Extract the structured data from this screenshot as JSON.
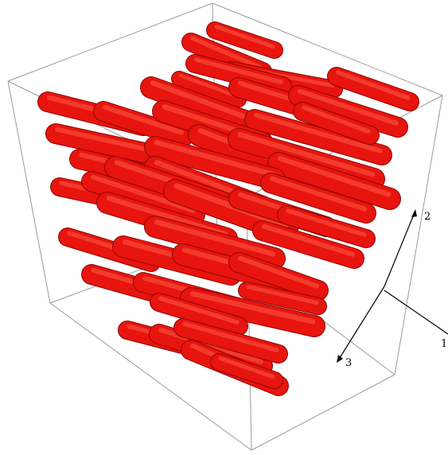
{
  "figure": {
    "background": "#ffffff",
    "box_edge_color": "#9a9a9a",
    "rod_color": "#e8140e",
    "rod_shadow_color": "#8c0606",
    "rod_highlight_color": "#ff6a55"
  },
  "axes": [
    {
      "id": "axis-1",
      "label": "1"
    },
    {
      "id": "axis-2",
      "label": "2"
    },
    {
      "id": "axis-3",
      "label": "3"
    }
  ]
}
